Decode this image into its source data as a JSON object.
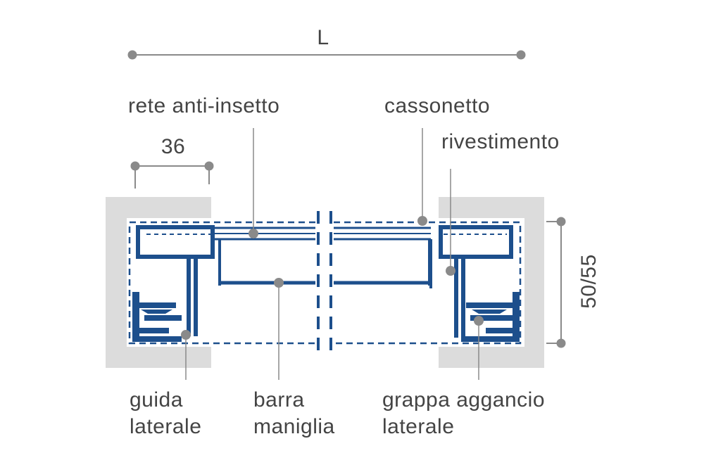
{
  "dimensions": {
    "width": "L",
    "side_width": "36",
    "height": "50/55"
  },
  "labels": {
    "rete": "rete anti-insetto",
    "cassonetto": "cassonetto",
    "rivestimento": "rivestimento",
    "guida_line1": "guida",
    "guida_line2": "laterale",
    "barra_line1": "barra",
    "barra_line2": "maniglia",
    "grappa_line1": "grappa aggancio",
    "grappa_line2": "laterale"
  },
  "colors": {
    "profile_blue": "#1d4f8c",
    "wall_gray": "#dcdcdc",
    "leader_gray": "#8a8a8a",
    "text_gray": "#444444"
  }
}
